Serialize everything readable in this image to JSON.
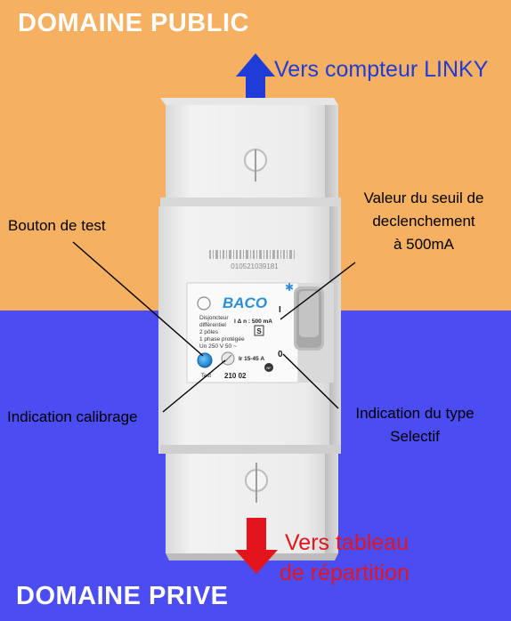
{
  "zones": {
    "public_title": "DOMAINE PUBLIC",
    "prive_title": "DOMAINE PRIVE",
    "public_color": "#f6b062",
    "prive_color": "#4b4cf2"
  },
  "arrows": {
    "up_label": "Vers compteur LINKY",
    "up_color": "#1f3cd8",
    "down_label_line1": "Vers tableau",
    "down_label_line2": "de répartition",
    "down_color": "#e4141c"
  },
  "annotations": {
    "seuil_line1": "Valeur du seuil de",
    "seuil_line2": "declenchement",
    "seuil_line3": "à 500mA",
    "test_button": "Bouton de test",
    "calibrage": "Indication calibrage",
    "type_line1": "Indication du type",
    "type_line2": "Selectif"
  },
  "device": {
    "brand": "BACO",
    "barcode_number": "010521039181",
    "desc_line1": "Disjoncteur",
    "desc_line2": "différentiel",
    "desc_line3": "2 pôles",
    "desc_line4": "1 phase protégée",
    "desc_line5": "Un 250 V 50 ~",
    "sensitivity": "I Δ n : 500 mA",
    "type_code": "S",
    "calibre": "Ir 15-45 A",
    "reference": "210 02",
    "test_label": "Test",
    "switch_on": "I",
    "switch_off": "0",
    "nf_mark": "NF"
  }
}
